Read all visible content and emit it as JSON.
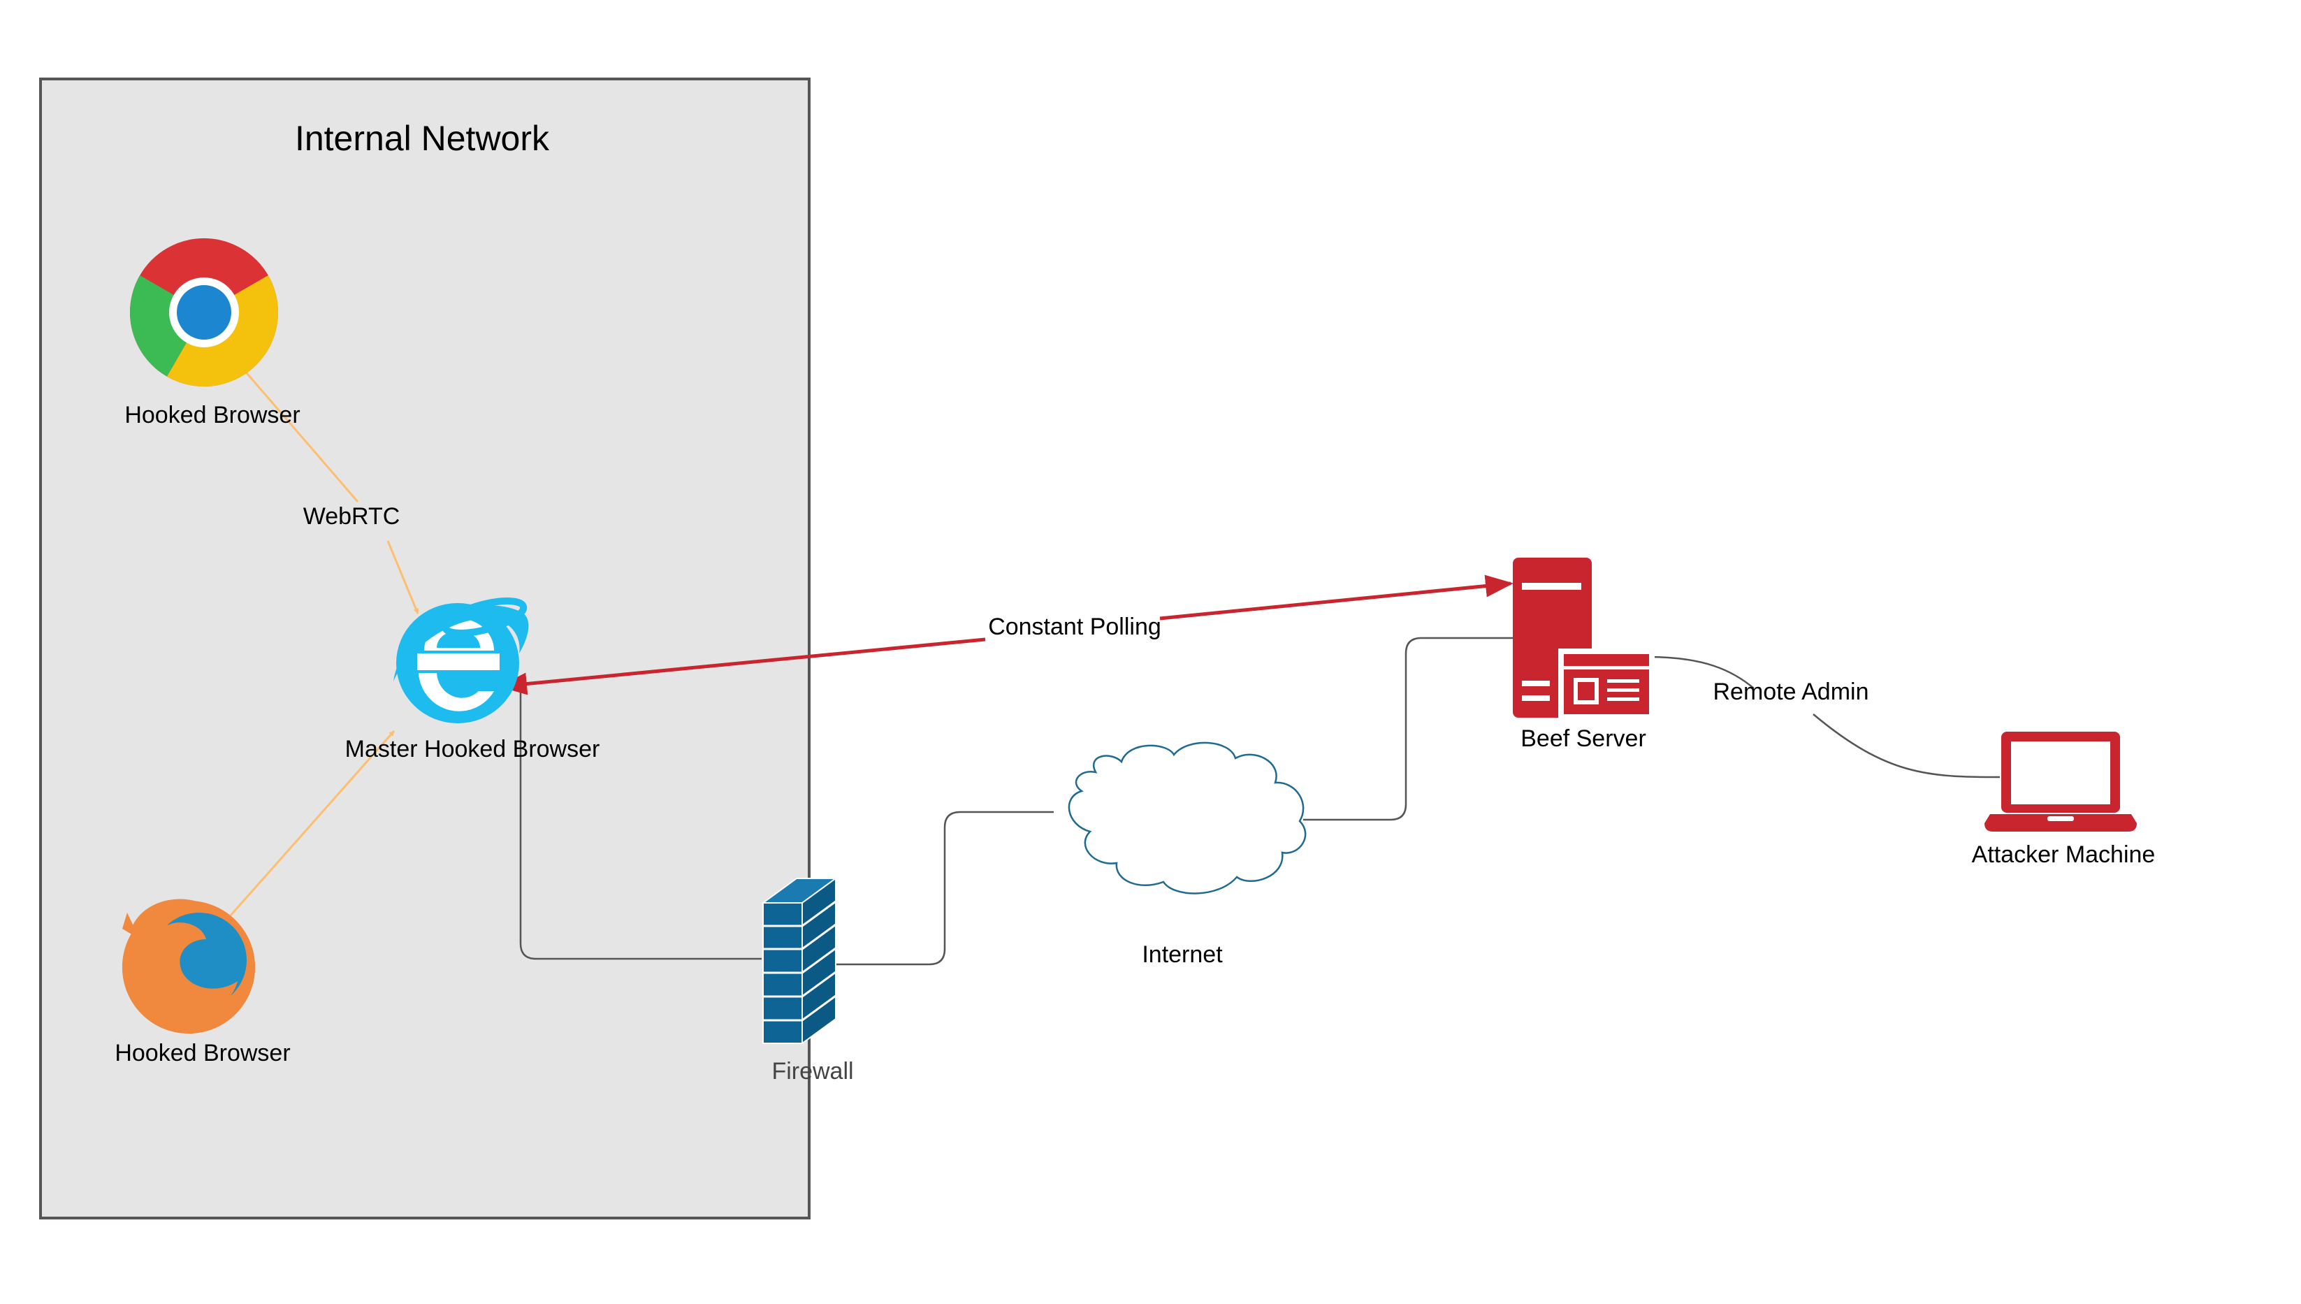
{
  "internal_network": {
    "title": "Internal Network"
  },
  "nodes": {
    "chrome": {
      "label": "Hooked Browser",
      "icon": "chrome-icon"
    },
    "ie_master": {
      "label": "Master Hooked Browser",
      "icon": "internet-explorer-icon"
    },
    "firefox": {
      "label": "Hooked Browser",
      "icon": "firefox-icon"
    },
    "firewall": {
      "label": "Firewall",
      "icon": "firewall-icon"
    },
    "internet": {
      "label": "Internet",
      "icon": "cloud-icon"
    },
    "beef_server": {
      "label": "Beef Server",
      "icon": "server-icon"
    },
    "attacker": {
      "label": "Attacker Machine",
      "icon": "laptop-icon"
    }
  },
  "edges": {
    "webrtc": {
      "label": "WebRTC"
    },
    "polling": {
      "label": "Constant Polling"
    },
    "remote_admin": {
      "label": "Remote Admin"
    }
  },
  "colors": {
    "network_fill": "#e5e5e5",
    "network_border": "#555555",
    "orange_link": "#fdbf6f",
    "red_link": "#c9252f",
    "beef_red": "#c9252f",
    "firewall_blue": "#0e6595",
    "ie_blue": "#1ebbee",
    "cloud_stroke": "#1f6b8f"
  }
}
